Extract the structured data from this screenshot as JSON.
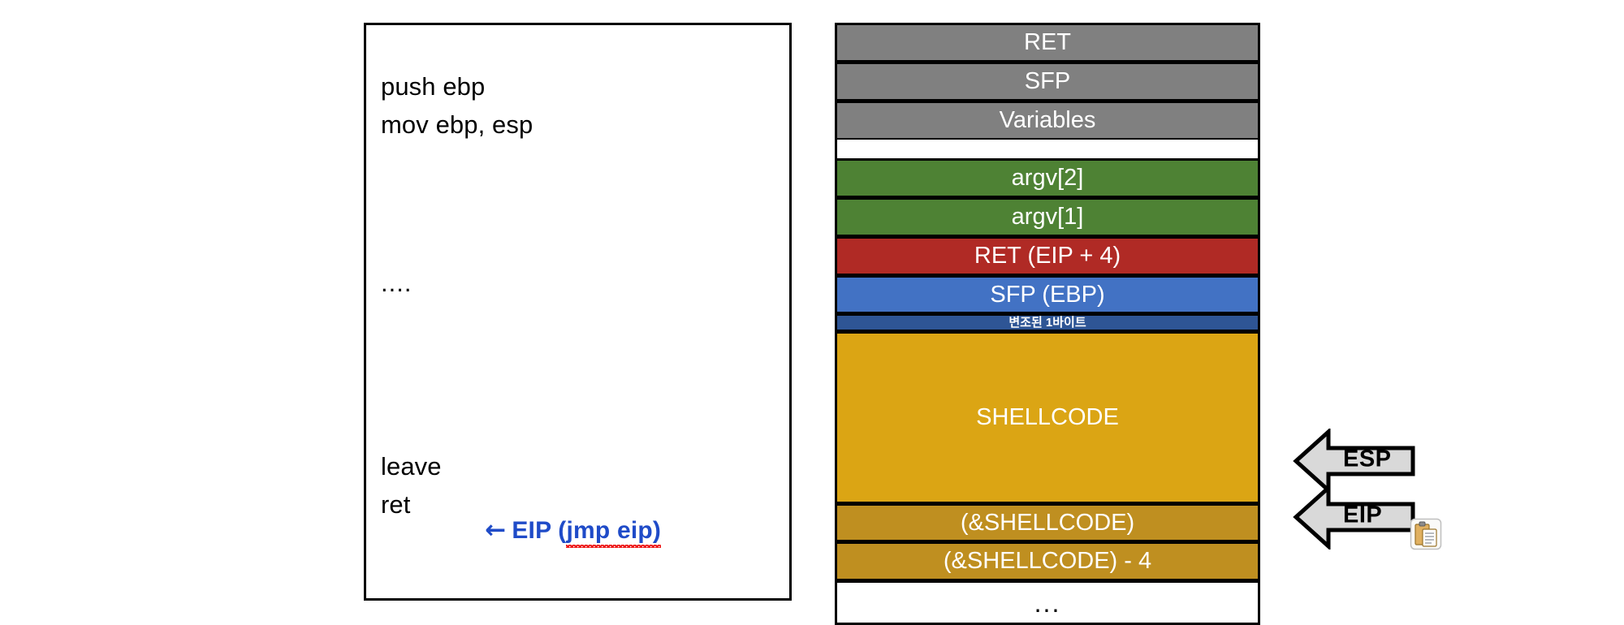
{
  "code_panel": {
    "lines": [
      {
        "id": "push",
        "text": "push ebp"
      },
      {
        "id": "mov",
        "text": "mov ebp, esp"
      },
      {
        "id": "dots",
        "text": "...."
      },
      {
        "id": "leave",
        "text": "leave"
      },
      {
        "id": "ret",
        "text": "ret"
      }
    ],
    "annotation": {
      "arrow": "←",
      "label": "EIP (",
      "misspelled": "jmp eip)",
      "color": "#1F4BC8",
      "spellcheck_underline_color": "#EE1B1B"
    }
  },
  "stack": {
    "rows": [
      {
        "label": "RET",
        "color": "#808080",
        "style": "gray"
      },
      {
        "label": "SFP",
        "color": "#808080",
        "style": "gray"
      },
      {
        "label": "Variables",
        "color": "#808080",
        "style": "gray"
      },
      {
        "label": "",
        "color": "#FFFFFF",
        "style": "gap"
      },
      {
        "label": "argv[2]",
        "color": "#4E8234",
        "style": "green"
      },
      {
        "label": "argv[1]",
        "color": "#4E8234",
        "style": "green"
      },
      {
        "label": "RET (EIP + 4)",
        "color": "#B02A25",
        "style": "red"
      },
      {
        "label": "SFP (EBP)",
        "color": "#4272C4",
        "style": "blue"
      },
      {
        "label": "변조된 1바이트",
        "color": "#2E5595",
        "style": "navy"
      },
      {
        "label": "SHELLCODE",
        "color": "#DBA514",
        "style": "gold"
      },
      {
        "label": "(&SHELLCODE)",
        "color": "#BF8F20",
        "style": "darkgold"
      },
      {
        "label": "(&SHELLCODE) - 4",
        "color": "#BF8F20",
        "style": "darkgold"
      },
      {
        "label": "...",
        "color": "#FFFFFF",
        "style": "white"
      }
    ]
  },
  "registers": {
    "pointers": [
      {
        "name": "ESP",
        "points_to": "(&SHELLCODE)"
      },
      {
        "name": "EIP",
        "points_to": "(&SHELLCODE) - 4"
      }
    ],
    "arrow_fill": "#D9D9D9",
    "arrow_stroke": "#000000"
  },
  "icons": {
    "clipboard": "clipboard-paste-icon"
  }
}
